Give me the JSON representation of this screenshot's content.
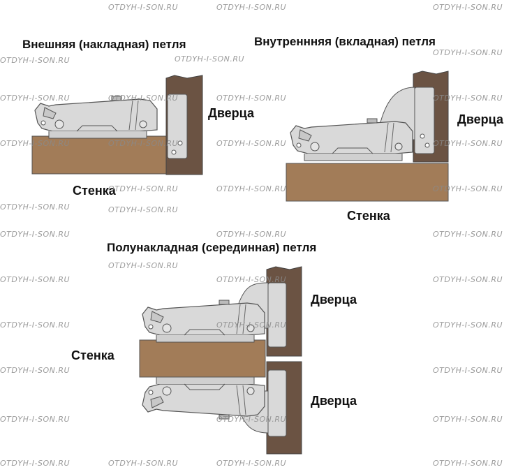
{
  "watermark": "OTDYH-I-SON.RU",
  "sections": {
    "overlay": {
      "title": "Внешняя (накладная) петля",
      "door_label": "Дверца",
      "wall_label": "Стенка"
    },
    "inset": {
      "title": "Внутреннняя (вкладная) петля",
      "door_label": "Дверца",
      "wall_label": "Стенка"
    },
    "half_overlay": {
      "title": "Полунакладная (серединная) петля",
      "wall_label": "Стенка",
      "door_top_label": "Дверца",
      "door_bottom_label": "Дверца"
    }
  },
  "colors": {
    "wall": "#a27c58",
    "door": "#6b5343",
    "hinge": "#d9d9d9",
    "outline": "#555555"
  }
}
